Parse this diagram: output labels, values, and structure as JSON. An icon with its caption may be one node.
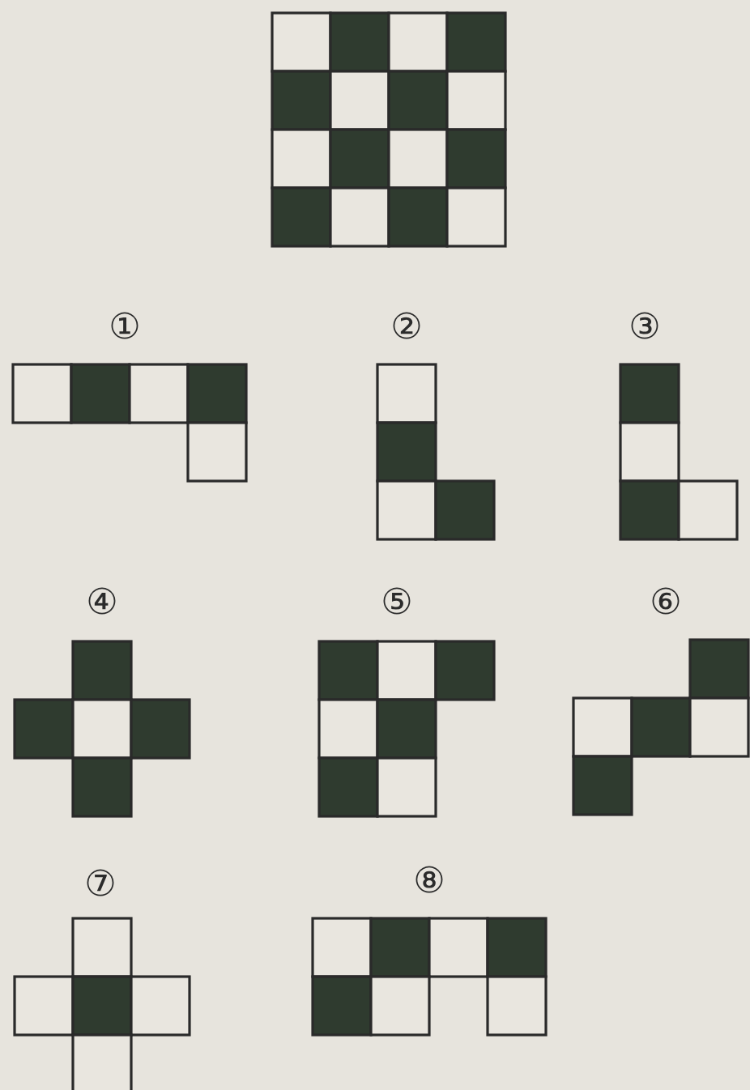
{
  "diagram": {
    "labels": [
      "①",
      "②",
      "③",
      "④",
      "⑤",
      "⑥",
      "⑦",
      "⑧"
    ]
  }
}
